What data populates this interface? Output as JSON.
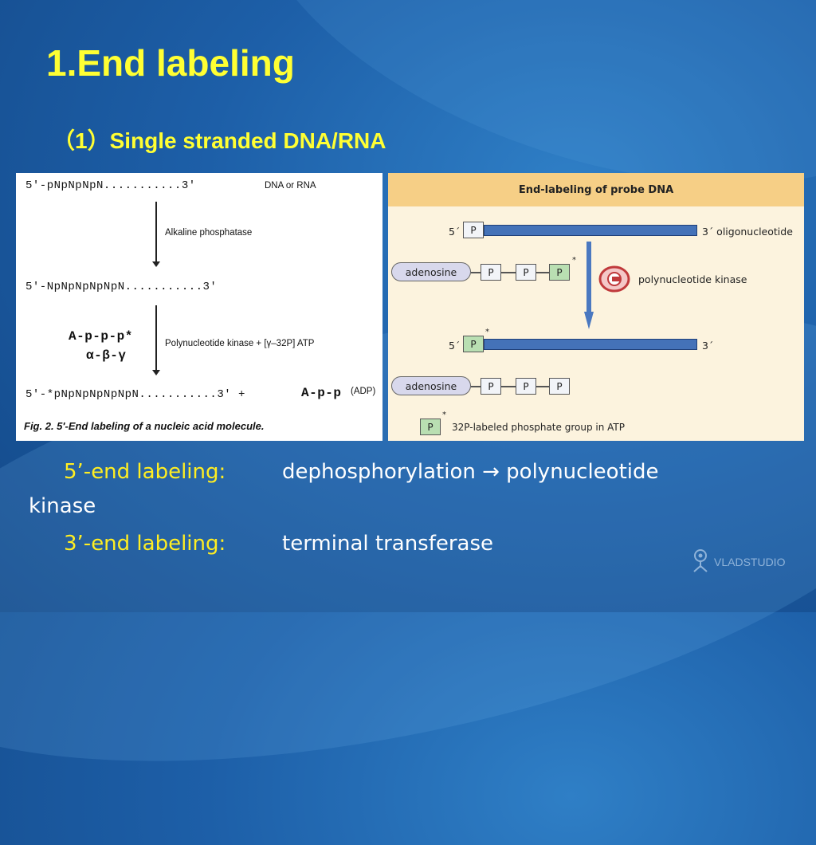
{
  "slide": {
    "title": "1.End labeling",
    "subtitle": "（1）Single stranded DNA/RNA"
  },
  "fig_left": {
    "seq1": "5′-pNpNpNpN...........3′",
    "seq1_label": "DNA or RNA",
    "step1_label": "Alkaline phosphatase",
    "seq2": "5′-NpNpNpNpNpN...........3′",
    "atp_top": "A-p-p-p*",
    "atp_bottom": "α-β-γ",
    "step2_label": "Polynucleotide kinase + [γ–32P] ATP",
    "seq3": "5′-*pNpNpNpNpNpN...........3′ +",
    "adp": "A-p-p",
    "adp_label": "(ADP)",
    "caption": "Fig. 2.  5′-End labeling of a nucleic acid molecule."
  },
  "fig_right": {
    "header": "End-labeling of probe DNA",
    "five_prime": "5´",
    "three_prime_oligo": "3´ oligonucleotide",
    "three_prime": "3´",
    "p": "P",
    "star": "*",
    "adenosine": "adenosine",
    "kinase": "polynucleotide kinase",
    "legend": "32P-labeled phosphate group in ATP"
  },
  "body_text": {
    "line1_label": "5’-end labeling:",
    "line1_text": "dephosphorylation → polynucleotide",
    "line1_cont": "kinase",
    "line2_label": "3’-end labeling:",
    "line2_text": "terminal transferase"
  },
  "watermark": {
    "text": "VLADSTUDIO",
    "icon": "vladstudio-logo-icon"
  }
}
